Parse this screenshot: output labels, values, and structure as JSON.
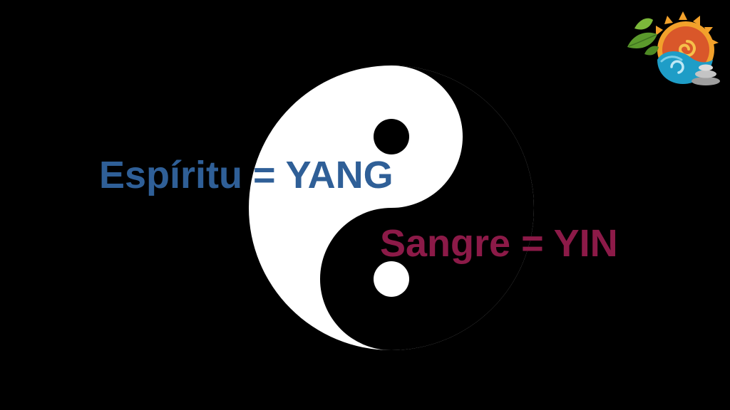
{
  "slide": {
    "background_color": "#000000",
    "symbol": {
      "icon": "yin-yang-icon",
      "light_color": "#ffffff",
      "dark_color": "#000000"
    },
    "yang_label": {
      "text": "Espíritu = YANG",
      "color": "#2f5f97"
    },
    "yin_label": {
      "text": "Sangre = YIN",
      "color": "#8c1a48"
    },
    "logo": {
      "icon": "sun-water-stones-leaf-logo",
      "colors": {
        "sun": "#f2a12b",
        "spiral": "#c73a1d",
        "water": "#1e9dc7",
        "leaf": "#5b9a2c",
        "stones": "#b8b8b8"
      }
    }
  }
}
